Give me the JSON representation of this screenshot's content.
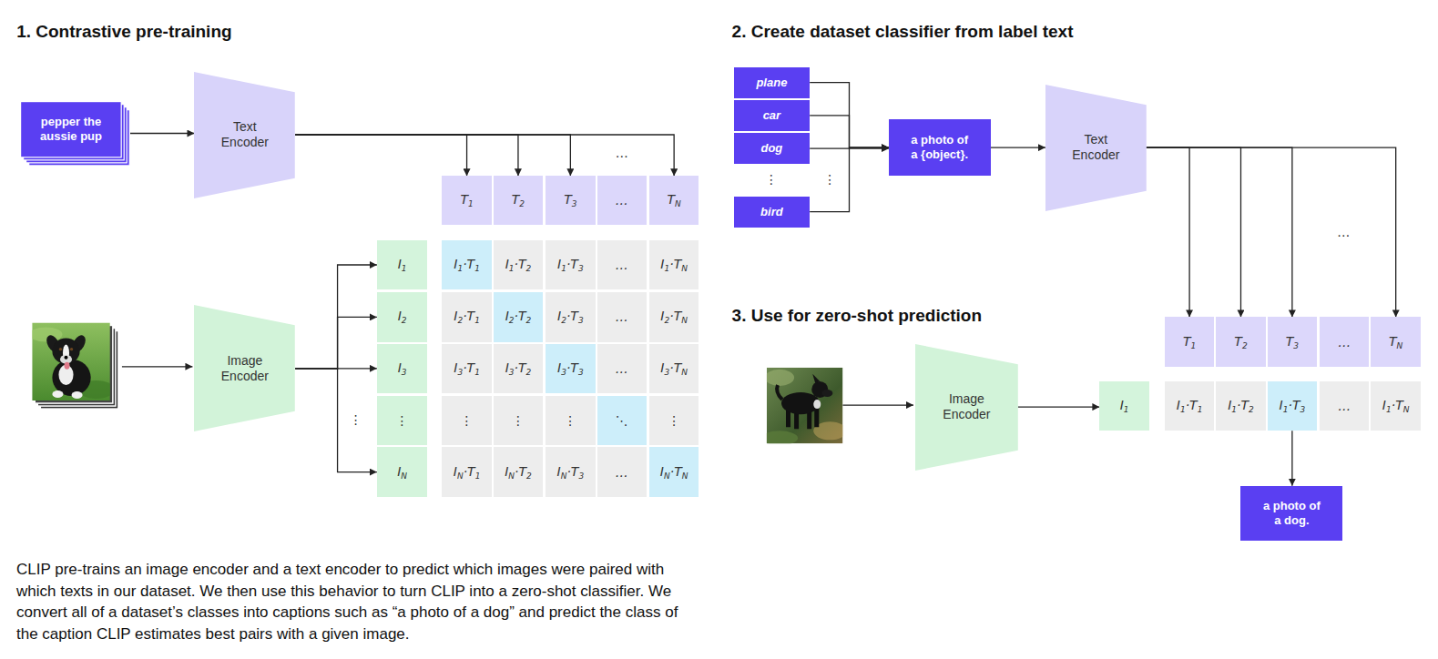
{
  "diagram": {
    "caption": "CLIP pre-trains an image encoder and a text encoder to predict which images were paired with which texts in our dataset. We then use this behavior to turn CLIP into a zero-shot classifier. We convert all of a dataset’s classes into captions such as “a photo of a dog” and predict the class of the caption CLIP estimates best pairs with a given image.",
    "nodes": [
      {
        "text": [
          "pepper the aussie pup"
        ]
      },
      {
        "text": [
          "Text Encoder"
        ]
      },
      {
        "text": [
          "T1"
        ]
      },
      {
        "text": [
          "T2"
        ]
      },
      {
        "text": [
          "T3"
        ]
      },
      {
        "text": [
          "…"
        ]
      },
      {
        "text": [
          "TN"
        ]
      },
      {
        "text": [
          "Image Encoder"
        ]
      },
      {
        "text": [
          "I1"
        ]
      },
      {
        "text": [
          "I2"
        ]
      },
      {
        "text": [
          "I3"
        ]
      },
      {
        "text": [
          "⋮"
        ]
      },
      {
        "text": [
          "IN"
        ]
      },
      {
        "text": [
          "I1·T1"
        ]
      },
      {
        "text": [
          "I1·T2"
        ]
      },
      {
        "text": [
          "I1·T3"
        ]
      },
      {
        "text": [
          "…"
        ]
      },
      {
        "text": [
          "I1·TN"
        ]
      },
      {
        "text": [
          "I2·T1"
        ]
      },
      {
        "text": [
          "I2·T2"
        ]
      },
      {
        "text": [
          "I2·T3"
        ]
      },
      {
        "text": [
          "…"
        ]
      },
      {
        "text": [
          "I2·TN"
        ]
      },
      {
        "text": [
          "I3·T1"
        ]
      },
      {
        "text": [
          "I3·T2"
        ]
      },
      {
        "text": [
          "I3·T3"
        ]
      },
      {
        "text": [
          "…"
        ]
      },
      {
        "text": [
          "I3·TN"
        ]
      },
      {
        "text": [
          "⋮"
        ]
      },
      {
        "text": [
          "⋮"
        ]
      },
      {
        "text": [
          "⋮"
        ]
      },
      {
        "text": [
          "⋱"
        ]
      },
      {
        "text": [
          "⋮"
        ]
      },
      {
        "text": [
          "IN·T1"
        ]
      },
      {
        "text": [
          "IN·T2"
        ]
      },
      {
        "text": [
          "IN·T3"
        ]
      },
      {
        "text": [
          "…"
        ]
      },
      {
        "text": [
          "IN·TN"
        ]
      },
      {
        "text": [
          "plane"
        ]
      },
      {
        "text": [
          "car"
        ]
      },
      {
        "text": [
          "dog"
        ]
      },
      {
        "text": [
          "bird"
        ]
      },
      {
        "text": [
          "a photo of a {object}."
        ]
      },
      {
        "text": [
          "Text Encoder"
        ]
      },
      {
        "text": [
          "T1"
        ]
      },
      {
        "text": [
          "T2"
        ]
      },
      {
        "text": [
          "T3"
        ]
      },
      {
        "text": [
          "…"
        ]
      },
      {
        "text": [
          "TN"
        ]
      },
      {
        "text": [
          "Image Encoder"
        ]
      },
      {
        "text": [
          "I1"
        ]
      },
      {
        "text": [
          "I1·T1"
        ]
      },
      {
        "text": [
          "I1·T2"
        ]
      },
      {
        "text": [
          "I1·T3"
        ]
      },
      {
        "text": [
          "…"
        ]
      },
      {
        "text": [
          "I1·TN"
        ]
      },
      {
        "text": [
          "a photo of a dog."
        ]
      }
    ],
    "edges": [
      {
        "from": 0,
        "to": 1,
        "arrow": "to"
      },
      {
        "from": 1,
        "to": 2,
        "arrow": "to"
      },
      {
        "from": 1,
        "to": 3,
        "arrow": "to"
      },
      {
        "from": 1,
        "to": 4,
        "arrow": "to"
      },
      {
        "from": 1,
        "to": 6,
        "arrow": "to"
      },
      {
        "from": 7,
        "to": 8,
        "arrow": "to"
      },
      {
        "from": 7,
        "to": 9,
        "arrow": "to"
      },
      {
        "from": 7,
        "to": 10,
        "arrow": "to"
      },
      {
        "from": 7,
        "to": 12,
        "arrow": "to"
      },
      {
        "from": 38,
        "to": 42,
        "arrow": "to"
      },
      {
        "from": 39,
        "to": 42,
        "arrow": "to"
      },
      {
        "from": 40,
        "to": 42,
        "arrow": "to"
      },
      {
        "from": 41,
        "to": 42,
        "arrow": "to"
      },
      {
        "from": 42,
        "to": 43,
        "arrow": "to"
      },
      {
        "from": 43,
        "to": 44,
        "arrow": "to"
      },
      {
        "from": 43,
        "to": 45,
        "arrow": "to"
      },
      {
        "from": 43,
        "to": 46,
        "arrow": "to"
      },
      {
        "from": 43,
        "to": 48,
        "arrow": "to"
      },
      {
        "from": 49,
        "to": 50,
        "arrow": "to"
      },
      {
        "from": 53,
        "to": 56,
        "arrow": "to"
      }
    ],
    "labels": [
      "1. Contrastive pre-training",
      "…",
      "⋮",
      "2. Create dataset classifier from label text",
      "⋮",
      "⋮",
      "…",
      "3. Use for zero-shot prediction"
    ]
  }
}
